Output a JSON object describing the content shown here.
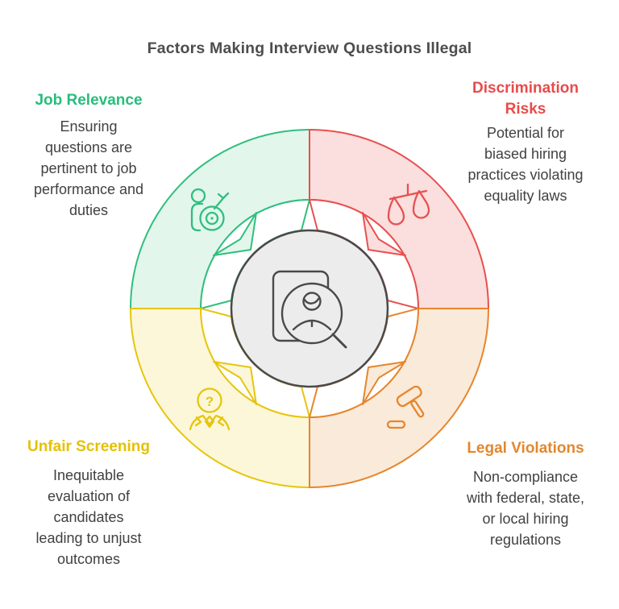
{
  "title": "Factors Making Interview Questions Illegal",
  "palette": {
    "green": "#2fbf7d",
    "green_tint": "#e3f6ec",
    "red": "#e85050",
    "red_tint": "#fbdede",
    "yellow": "#e7c50e",
    "yellow_tint": "#fdf7d9",
    "orange": "#e6862c",
    "orange_tint": "#faead9",
    "gray_outline": "#4a4a4a",
    "gray_circle_fill": "#ececec",
    "body_text": "#414141",
    "title_text": "#4d4d4d"
  },
  "sections": [
    {
      "id": "job-relevance",
      "heading_lines": [
        "Job Relevance"
      ],
      "body_lines": [
        "Ensuring",
        "questions are",
        "pertinent to job",
        "performance and",
        "duties"
      ],
      "color": "#2fbf7d",
      "icon": "person-target-icon"
    },
    {
      "id": "discrimination-risks",
      "heading_lines": [
        "Discrimination",
        "Risks"
      ],
      "body_lines": [
        "Potential for",
        "biased hiring",
        "practices violating",
        "equality laws"
      ],
      "color": "#e85050",
      "icon": "scales-icon"
    },
    {
      "id": "unfair-screening",
      "heading_lines": [
        "Unfair Screening"
      ],
      "body_lines": [
        "Inequitable",
        "evaluation of",
        "candidates",
        "leading to unjust",
        "outcomes"
      ],
      "color": "#e7c50e",
      "icon_glyph": "?",
      "icon": "person-question-icon"
    },
    {
      "id": "legal-violations",
      "heading_lines": [
        "Legal Violations"
      ],
      "body_lines": [
        "Non-compliance",
        "with federal, state,",
        "or local hiring",
        "regulations"
      ],
      "color": "#e6862c",
      "icon": "gavel-icon"
    }
  ],
  "center": {
    "icon": "candidate-review-magnifier-icon"
  }
}
